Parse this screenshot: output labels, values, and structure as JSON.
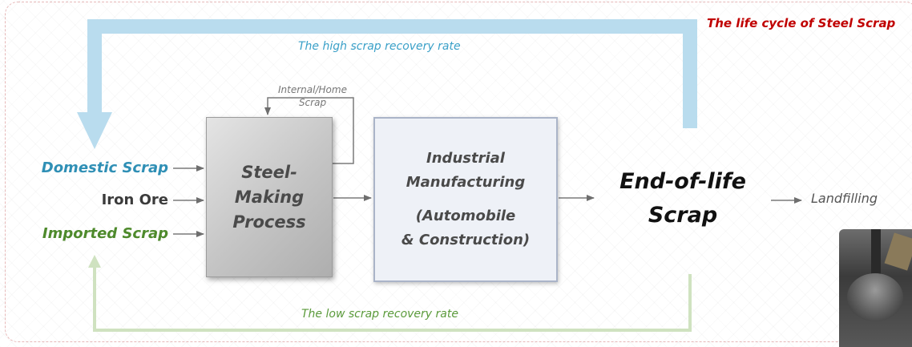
{
  "title": "The life cycle of Steel Scrap",
  "loops": {
    "high": "The high scrap recovery rate",
    "low": "The low scrap recovery rate",
    "internal": "Internal/Home Scrap"
  },
  "inputs": {
    "domestic": "Domestic Scrap",
    "iron_ore": "Iron Ore",
    "imported": "Imported Scrap"
  },
  "process": {
    "line1": "Steel-",
    "line2": "Making",
    "line3": "Process"
  },
  "industry": {
    "line1": "Industrial",
    "line2": "Manufacturing",
    "line3": "(Automobile",
    "line4": "& Construction)"
  },
  "end_of_life": {
    "line1": "End-of-life",
    "line2": "Scrap"
  },
  "landfill": "Landfilling",
  "colors": {
    "high_loop": "#b9dcee",
    "low_loop": "#cfe2c0",
    "title": "#c00000",
    "domestic": "#2f8fb5",
    "imported": "#4e8a2c"
  }
}
